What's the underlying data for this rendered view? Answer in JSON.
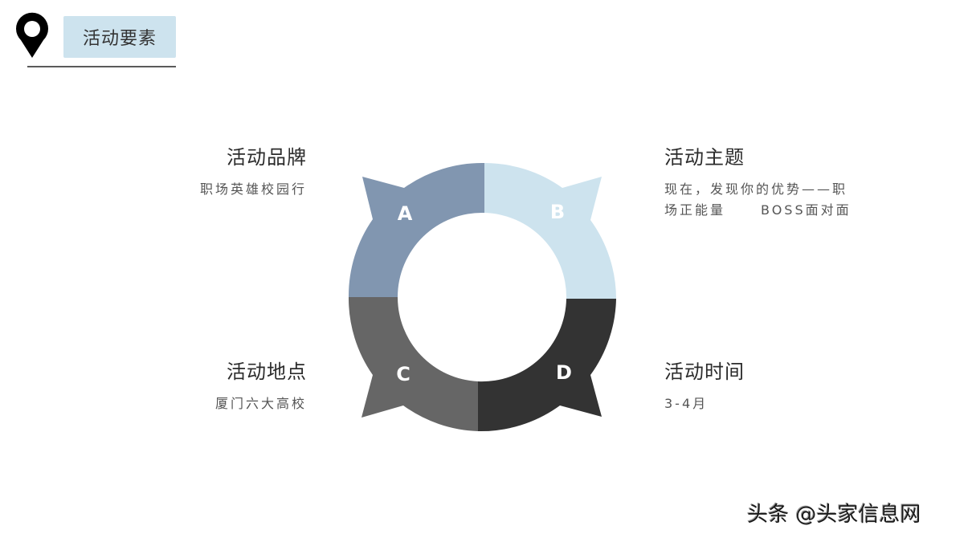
{
  "header": {
    "icon": "map-pin-icon",
    "title": "活动要素"
  },
  "diagram": {
    "segments": [
      {
        "id": "A",
        "label": "A",
        "color": "#8196b0"
      },
      {
        "id": "B",
        "label": "B",
        "color": "#cde3ee"
      },
      {
        "id": "C",
        "label": "C",
        "color": "#666666"
      },
      {
        "id": "D",
        "label": "D",
        "color": "#333333"
      }
    ]
  },
  "blocks": {
    "brand": {
      "heading": "活动品牌",
      "desc": "职场英雄校园行"
    },
    "theme": {
      "heading": "活动主题",
      "desc_line1": "现在，发现你的优势——职",
      "desc_line2a": "场正能量",
      "desc_line2b": "BOSS面对面"
    },
    "place": {
      "heading": "活动地点",
      "desc": "厦门六大高校"
    },
    "time": {
      "heading": "活动时间",
      "desc": "3-4月"
    }
  },
  "watermark": "头条 @头家信息网"
}
